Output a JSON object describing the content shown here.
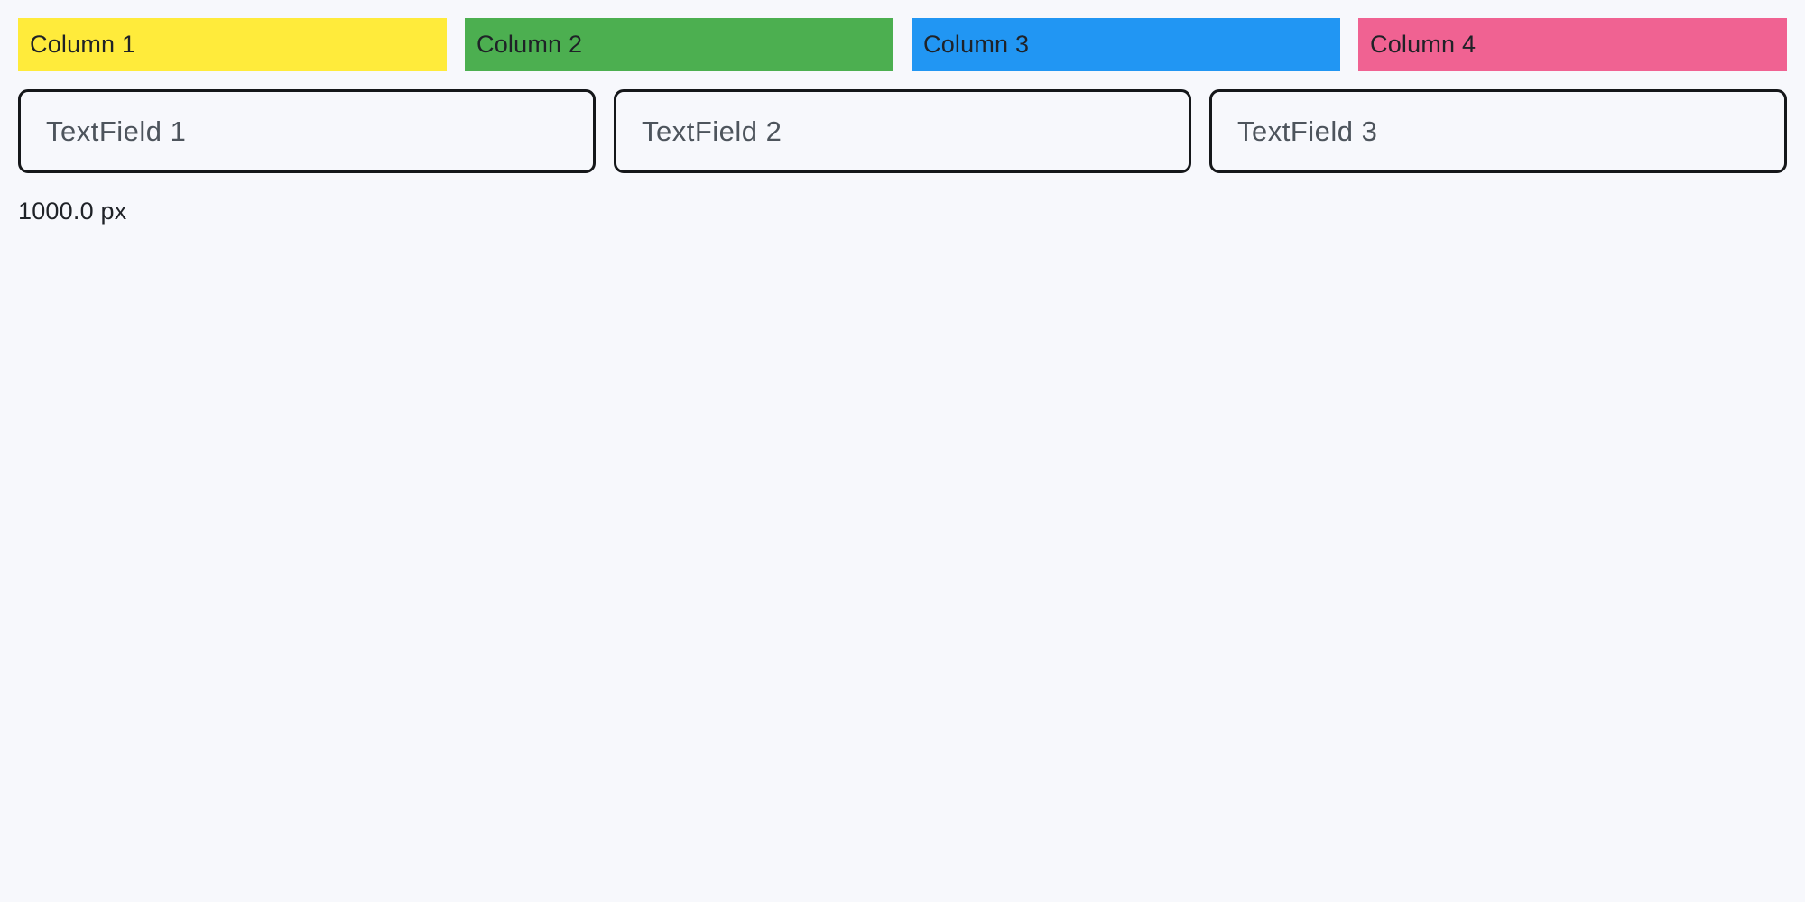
{
  "page": {
    "background": "#F7F8FC",
    "size_label": "1000.0 px"
  },
  "header": {
    "columns": [
      {
        "label": "Column 1",
        "color": "#FFEB3B"
      },
      {
        "label": "Column 2",
        "color": "#4CAF50"
      },
      {
        "label": "Column 3",
        "color": "#2196F3"
      },
      {
        "label": "Column 4",
        "color": "#F06292"
      }
    ]
  },
  "fields": {
    "items": [
      {
        "placeholder": "TextField 1",
        "value": ""
      },
      {
        "placeholder": "TextField 2",
        "value": ""
      },
      {
        "placeholder": "TextField 3",
        "value": ""
      }
    ]
  }
}
